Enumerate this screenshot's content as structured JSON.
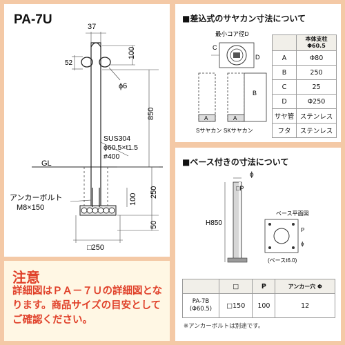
{
  "left_panel": {
    "model": "PA-7U",
    "dims": {
      "top_width": "37",
      "loop_height": "52",
      "loop_offset": "100",
      "rod": "ϕ6",
      "height": "850",
      "material_1": "SUS304",
      "material_2": "ϕ60.5×t1.5",
      "material_3": "#400",
      "gl": "GL",
      "embed_depth": "250",
      "anchor_depth": "100",
      "base_depth": "50",
      "anchor_label_1": "アンカーボルト",
      "anchor_label_2": "M8×150",
      "base_width": "□250"
    }
  },
  "sleeve_panel": {
    "title": "■差込式のサヤカン寸法について",
    "min_core": "最小コア径D",
    "labels": {
      "a": "A",
      "b": "B",
      "c": "C",
      "d": "D",
      "s_sleeve": "Sサヤカン",
      "sk_sleeve": "SKサヤカン"
    },
    "table": {
      "header": "本体支柱 Φ60.5",
      "rows": [
        {
          "key": "A",
          "value": "Φ80"
        },
        {
          "key": "B",
          "value": "250"
        },
        {
          "key": "C",
          "value": "25"
        },
        {
          "key": "D",
          "value": "Φ250"
        },
        {
          "key": "サヤ管",
          "value": "ステンレス"
        },
        {
          "key": "フタ",
          "value": "ステンレス"
        }
      ]
    }
  },
  "base_panel": {
    "title": "■ベース付きの寸法について",
    "phi": "ϕ",
    "p_label": "□P",
    "height": "H850",
    "plan_title": "ベース平面図",
    "plate_note": "(ベースt6.0)",
    "plan_p": "P",
    "plan_phi": "ϕ",
    "table": {
      "headers": [
        "",
        "□",
        "P",
        "アンカー穴 Φ"
      ],
      "row": {
        "name_1": "PA-7B",
        "name_2": "(Φ60.5)",
        "square": "□150",
        "p": "100",
        "hole": "12"
      }
    },
    "footnote": "※アンカーボルトは別途です。"
  },
  "note": {
    "title": "注意",
    "body": "詳細図はＰＡ－７Ｕの詳細図となります。商品サイズの目安としてご確認ください。"
  },
  "colors": {
    "frame": "#f4c9a6",
    "warning": "#e0412a",
    "steel": "#c9c9c9"
  }
}
